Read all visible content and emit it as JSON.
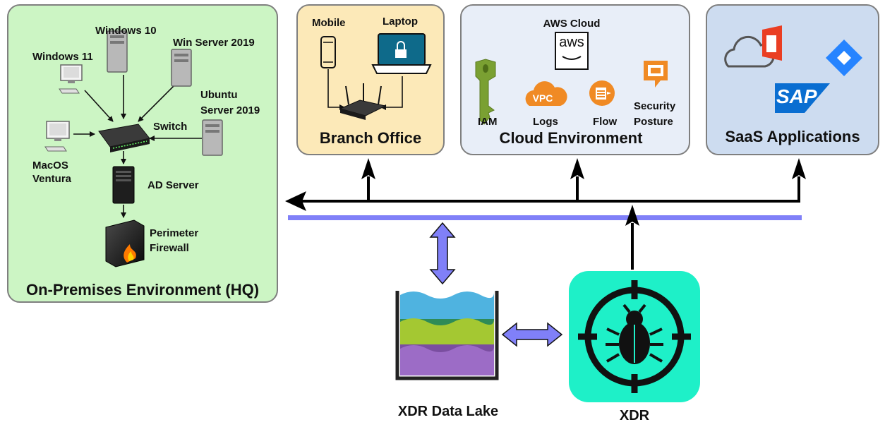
{
  "onprem": {
    "title": "On-Premises Environment (HQ)",
    "windows10": "Windows 10",
    "winserver": "Win Server 2019",
    "windows11": "Windows 11",
    "ubuntu_l1": "Ubuntu",
    "ubuntu_l2": "Server 2019",
    "switch": "Switch",
    "macos_l1": "MacOS",
    "macos_l2": "Ventura",
    "adserver": "AD Server",
    "firewall_l1": "Perimeter",
    "firewall_l2": "Firewall"
  },
  "branch": {
    "title": "Branch Office",
    "mobile": "Mobile",
    "laptop": "Laptop"
  },
  "cloud": {
    "title": "Cloud Environment",
    "aws_cloud": "AWS Cloud",
    "aws_logo": "aws",
    "iam": "IAM",
    "vpc_badge": "VPC",
    "logs": "Logs",
    "flow": "Flow",
    "security_l1": "Security",
    "security_l2": "Posture"
  },
  "saas": {
    "title": "SaaS Applications",
    "sap_logo": "SAP"
  },
  "xdr_data_lake": "XDR Data Lake",
  "xdr": "XDR",
  "colors": {
    "onprem_bg": "#ccf5c4",
    "branch_bg": "#fce9b8",
    "cloud_bg": "#e8eef8",
    "saas_bg": "#cddcf0",
    "bus": "#8080f8",
    "xdr_bg": "#1ef0c8"
  }
}
